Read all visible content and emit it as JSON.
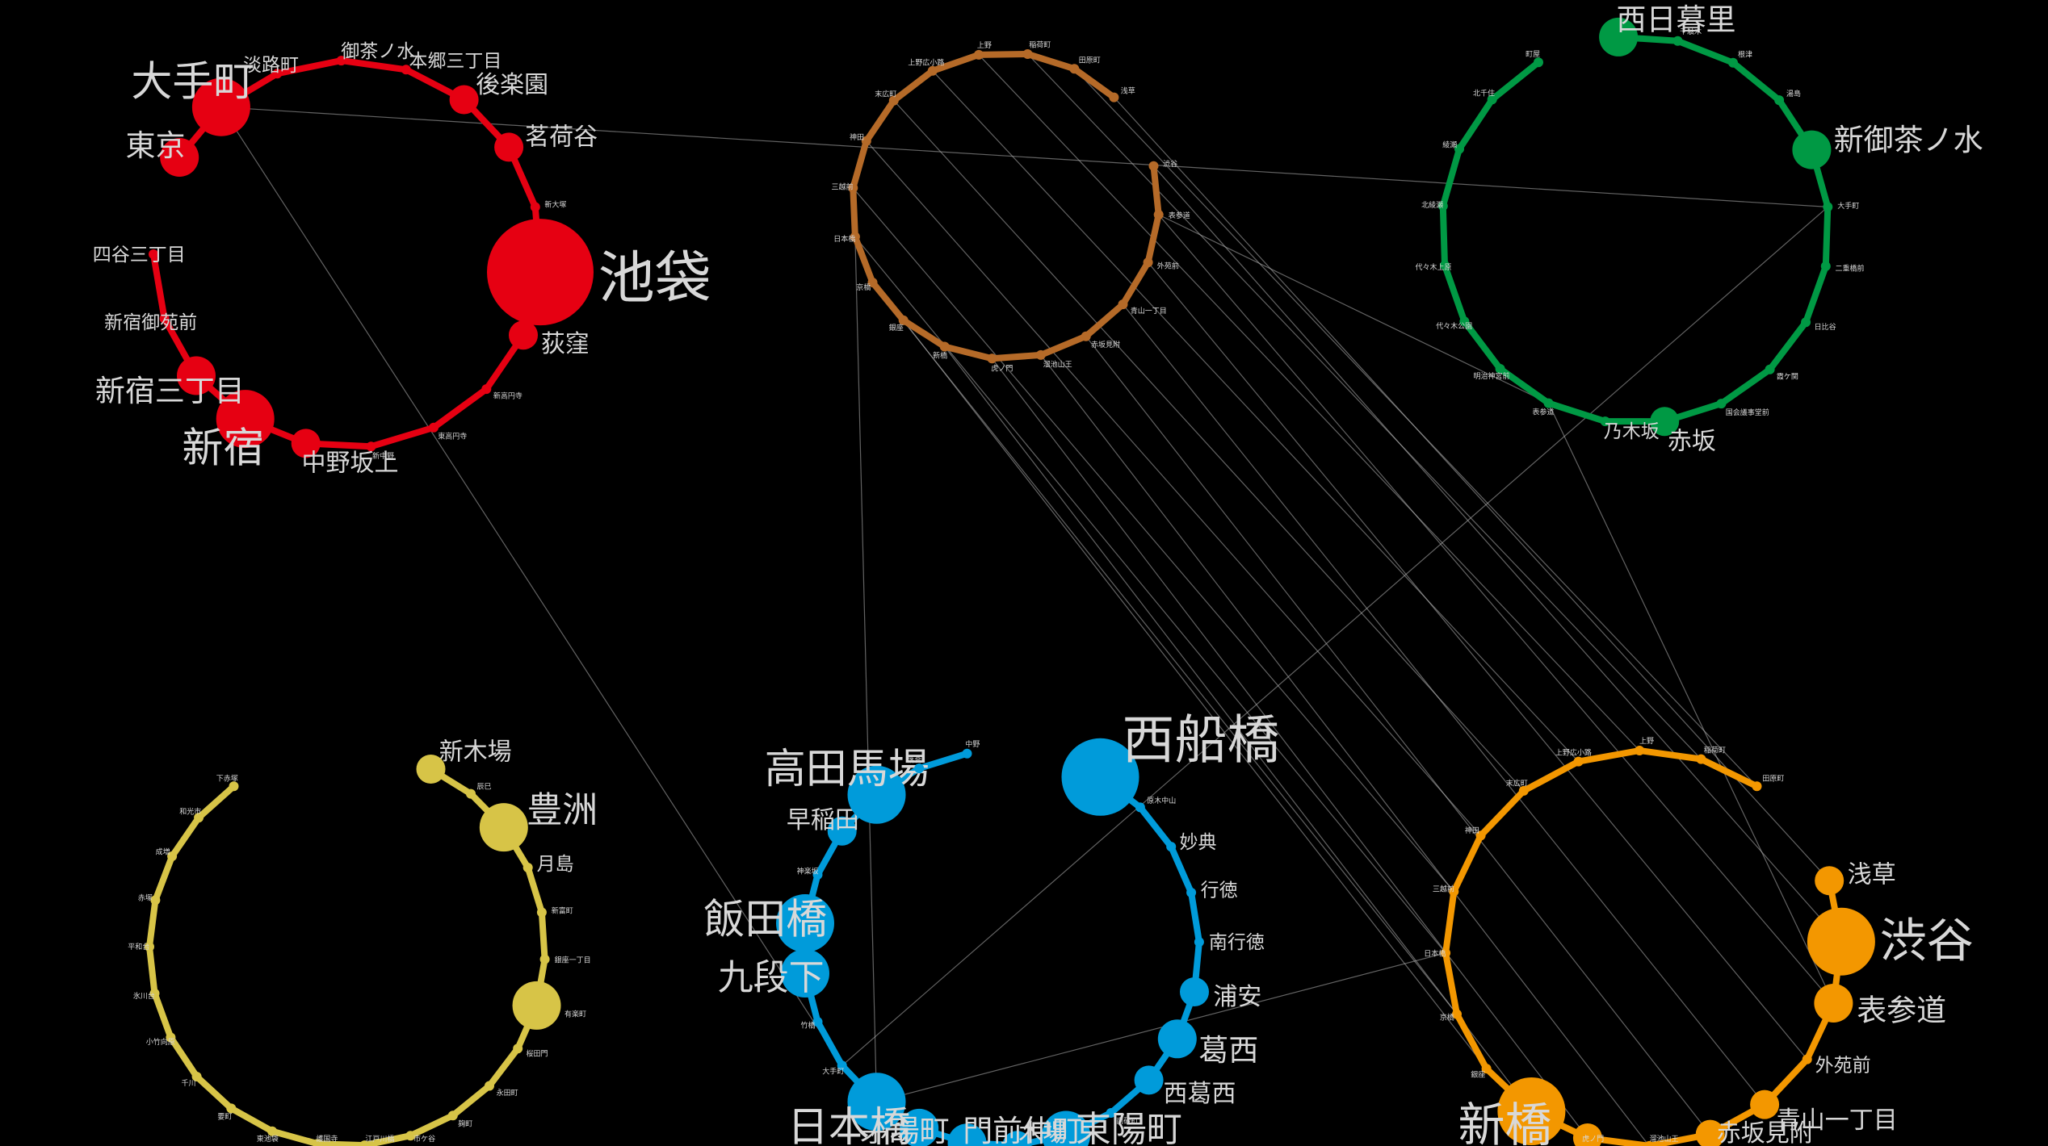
{
  "lines": [
    {
      "key": "marunouchi",
      "color": "#e60012",
      "label_anchor": "",
      "stations": [
        {
          "name": "東京",
          "weight": 3
        },
        {
          "name": "大手町",
          "weight": 5
        },
        {
          "name": "淡路町",
          "weight": 1
        },
        {
          "name": "御茶ノ水",
          "weight": 1
        },
        {
          "name": "本郷三丁目",
          "weight": 1
        },
        {
          "name": "後楽園",
          "weight": 2
        },
        {
          "name": "茗荷谷",
          "weight": 2
        },
        {
          "name": "新大塚",
          "weight": 1
        },
        {
          "name": "池袋",
          "weight": 10
        },
        {
          "name": "荻窪",
          "weight": 2
        },
        {
          "name": "新高円寺",
          "weight": 1
        },
        {
          "name": "東高円寺",
          "weight": 1
        },
        {
          "name": "新中野",
          "weight": 1
        },
        {
          "name": "中野坂上",
          "weight": 2
        },
        {
          "name": "新宿",
          "weight": 5
        },
        {
          "name": "新宿三丁目",
          "weight": 3
        },
        {
          "name": "新宿御苑前",
          "weight": 1
        },
        {
          "name": "四谷三丁目",
          "weight": 1
        }
      ]
    },
    {
      "key": "ginza",
      "color": "#b56a28",
      "stations": [
        {
          "name": "渋谷",
          "weight": 1
        },
        {
          "name": "表参道",
          "weight": 1
        },
        {
          "name": "外苑前",
          "weight": 1
        },
        {
          "name": "青山一丁目",
          "weight": 1
        },
        {
          "name": "赤坂見附",
          "weight": 1
        },
        {
          "name": "溜池山王",
          "weight": 1
        },
        {
          "name": "虎ノ門",
          "weight": 1
        },
        {
          "name": "新橋",
          "weight": 1
        },
        {
          "name": "銀座",
          "weight": 1
        },
        {
          "name": "京橋",
          "weight": 1
        },
        {
          "name": "日本橋",
          "weight": 1
        },
        {
          "name": "三越前",
          "weight": 1
        },
        {
          "name": "神田",
          "weight": 1
        },
        {
          "name": "末広町",
          "weight": 1
        },
        {
          "name": "上野広小路",
          "weight": 1
        },
        {
          "name": "上野",
          "weight": 1
        },
        {
          "name": "稲荷町",
          "weight": 1
        },
        {
          "name": "田原町",
          "weight": 1
        },
        {
          "name": "浅草",
          "weight": 1
        }
      ]
    },
    {
      "key": "chiyoda",
      "color": "#009944",
      "stations": [
        {
          "name": "西日暮里",
          "weight": 3
        },
        {
          "name": "千駄木",
          "weight": 1
        },
        {
          "name": "根津",
          "weight": 1
        },
        {
          "name": "湯島",
          "weight": 1
        },
        {
          "name": "新御茶ノ水",
          "weight": 3
        },
        {
          "name": "大手町",
          "weight": 1
        },
        {
          "name": "二重橋前",
          "weight": 1
        },
        {
          "name": "日比谷",
          "weight": 1
        },
        {
          "name": "霞ケ関",
          "weight": 1
        },
        {
          "name": "国会議事堂前",
          "weight": 1
        },
        {
          "name": "赤坂",
          "weight": 2
        },
        {
          "name": "乃木坂",
          "weight": 1
        },
        {
          "name": "表参道",
          "weight": 1
        },
        {
          "name": "明治神宮前",
          "weight": 1
        },
        {
          "name": "代々木公園",
          "weight": 1
        },
        {
          "name": "代々木上原",
          "weight": 1
        },
        {
          "name": "北綾瀬",
          "weight": 1
        },
        {
          "name": "綾瀬",
          "weight": 1
        },
        {
          "name": "北千住",
          "weight": 1
        },
        {
          "name": "町屋",
          "weight": 1
        }
      ]
    },
    {
      "key": "yurakucho",
      "color": "#d7c447",
      "stations": [
        {
          "name": "新木場",
          "weight": 2
        },
        {
          "name": "辰巳",
          "weight": 1
        },
        {
          "name": "豊洲",
          "weight": 4
        },
        {
          "name": "月島",
          "weight": 1
        },
        {
          "name": "新富町",
          "weight": 1
        },
        {
          "name": "銀座一丁目",
          "weight": 1
        },
        {
          "name": "有楽町",
          "weight": 4
        },
        {
          "name": "桜田門",
          "weight": 1
        },
        {
          "name": "永田町",
          "weight": 1
        },
        {
          "name": "麹町",
          "weight": 1
        },
        {
          "name": "市ケ谷",
          "weight": 1
        },
        {
          "name": "江戸川橋",
          "weight": 1
        },
        {
          "name": "護国寺",
          "weight": 1
        },
        {
          "name": "東池袋",
          "weight": 1
        },
        {
          "name": "要町",
          "weight": 1
        },
        {
          "name": "千川",
          "weight": 1
        },
        {
          "name": "小竹向原",
          "weight": 1
        },
        {
          "name": "氷川台",
          "weight": 1
        },
        {
          "name": "平和台",
          "weight": 1
        },
        {
          "name": "赤塚",
          "weight": 1
        },
        {
          "name": "成増",
          "weight": 1
        },
        {
          "name": "和光市",
          "weight": 1
        },
        {
          "name": "下赤塚",
          "weight": 1
        }
      ]
    },
    {
      "key": "tozai",
      "color": "#009bda",
      "stations": [
        {
          "name": "西船橋",
          "weight": 7
        },
        {
          "name": "原木中山",
          "weight": 1
        },
        {
          "name": "妙典",
          "weight": 1
        },
        {
          "name": "行徳",
          "weight": 1
        },
        {
          "name": "南行徳",
          "weight": 1
        },
        {
          "name": "浦安",
          "weight": 2
        },
        {
          "name": "葛西",
          "weight": 3
        },
        {
          "name": "西葛西",
          "weight": 2
        },
        {
          "name": "南砂町",
          "weight": 1
        },
        {
          "name": "東陽町",
          "weight": 4
        },
        {
          "name": "木場",
          "weight": 2
        },
        {
          "name": "門前仲町",
          "weight": 3
        },
        {
          "name": "茅場町",
          "weight": 3
        },
        {
          "name": "日本橋",
          "weight": 5
        },
        {
          "name": "大手町",
          "weight": 1
        },
        {
          "name": "竹橋",
          "weight": 1
        },
        {
          "name": "九段下",
          "weight": 4
        },
        {
          "name": "飯田橋",
          "weight": 5
        },
        {
          "name": "神楽坂",
          "weight": 1
        },
        {
          "name": "早稲田",
          "weight": 2
        },
        {
          "name": "高田馬場",
          "weight": 5
        },
        {
          "name": "落合",
          "weight": 1
        },
        {
          "name": "中野",
          "weight": 1
        }
      ]
    },
    {
      "key": "ginza-line",
      "color": "#f39700",
      "stations": [
        {
          "name": "浅草",
          "weight": 2
        },
        {
          "name": "渋谷",
          "weight": 6
        },
        {
          "name": "表参道",
          "weight": 3
        },
        {
          "name": "外苑前",
          "weight": 1
        },
        {
          "name": "青山一丁目",
          "weight": 2
        },
        {
          "name": "赤坂見附",
          "weight": 2
        },
        {
          "name": "溜池山王",
          "weight": 1
        },
        {
          "name": "虎ノ門",
          "weight": 2
        },
        {
          "name": "新橋",
          "weight": 6
        },
        {
          "name": "銀座",
          "weight": 1
        },
        {
          "name": "京橋",
          "weight": 1
        },
        {
          "name": "日本橋",
          "weight": 1
        },
        {
          "name": "三越前",
          "weight": 1
        },
        {
          "name": "神田",
          "weight": 1
        },
        {
          "name": "末広町",
          "weight": 1
        },
        {
          "name": "上野広小路",
          "weight": 1
        },
        {
          "name": "上野",
          "weight": 1
        },
        {
          "name": "稲荷町",
          "weight": 1
        },
        {
          "name": "田原町",
          "weight": 1
        }
      ]
    }
  ],
  "visible_labels": {
    "marunouchi": [
      "東京",
      "大手町",
      "淡路町",
      "御茶ノ水",
      "本郷三丁目",
      "後楽園",
      "茗荷谷",
      "池袋",
      "荻窪",
      "新宿",
      "新宿三丁目",
      "中野坂上",
      "新宿御苑前",
      "四谷三丁目"
    ],
    "chiyoda": [
      "西日暮里",
      "新御茶ノ水",
      "赤坂",
      "乃木坂"
    ],
    "yurakucho": [
      "新木場",
      "豊洲",
      "月島"
    ],
    "tozai": [
      "九段下",
      "飯田橋",
      "早稲田",
      "高田馬場",
      "日本橋",
      "茅場町",
      "門前仲町",
      "木場",
      "東陽町",
      "西船橋",
      "西葛西",
      "葛西",
      "浦安",
      "南行徳",
      "行徳",
      "妙典"
    ],
    "ginza-line": [
      "浅草",
      "渋谷",
      "表参道",
      "外苑前",
      "青山一丁目",
      "赤坂見附",
      "新橋"
    ]
  }
}
